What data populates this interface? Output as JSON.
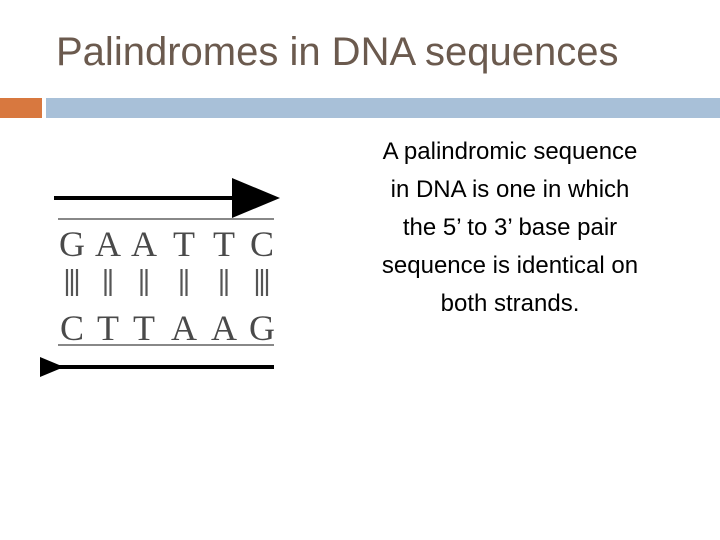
{
  "slide": {
    "title": "Palindromes in DNA sequences",
    "accent_color": "#d8783f",
    "bar_color": "#a8c0d8",
    "title_color": "#6b5a4e"
  },
  "diagram": {
    "top_strand": [
      "G",
      "A",
      "A",
      "T",
      "T",
      "C"
    ],
    "bottom_strand": [
      "C",
      "T",
      "T",
      "A",
      "A",
      "G"
    ],
    "pair_bonds": [
      3,
      2,
      2,
      2,
      2,
      3
    ],
    "top_arrow_direction": "right",
    "bottom_arrow_direction": "left"
  },
  "body": {
    "lines": [
      "A palindromic sequence",
      "in DNA is one in which",
      "the 5’ to 3’ base pair",
      "sequence is identical on",
      "both strands."
    ]
  }
}
